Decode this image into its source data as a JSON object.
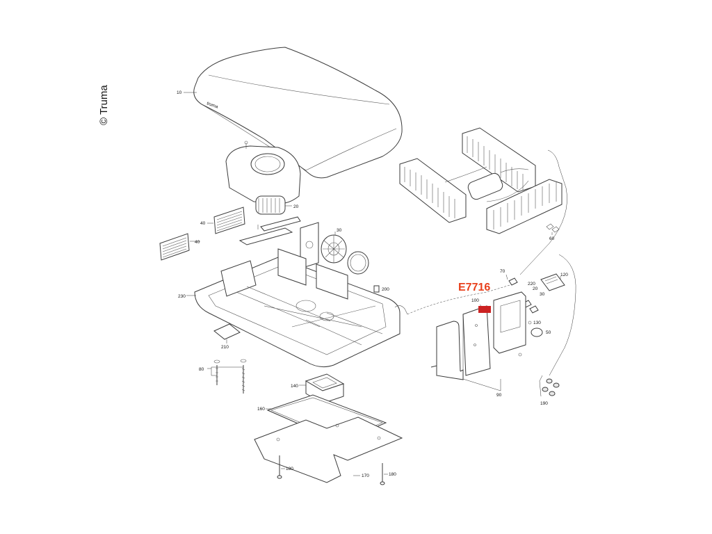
{
  "copyright": "© Truma",
  "brand_badge": "truma",
  "model_code": "E7716",
  "accent_color": "#e8401c",
  "highlight_color": "#cc2222",
  "part_numbers": {
    "p10": "10",
    "p20": "20",
    "p20b": "20",
    "p30": "30",
    "p30b": "30",
    "p40a": "40",
    "p40b": "40",
    "p50": "50",
    "p60": "60",
    "p70": "70",
    "p80": "80",
    "p90": "90",
    "p100": "100",
    "p120": "120",
    "p130": "130",
    "p140": "140",
    "p160": "160",
    "p170": "170",
    "p180a": "180",
    "p180b": "180",
    "p190": "190",
    "p200": "200",
    "p210": "210",
    "p220": "220",
    "p230": "230"
  }
}
